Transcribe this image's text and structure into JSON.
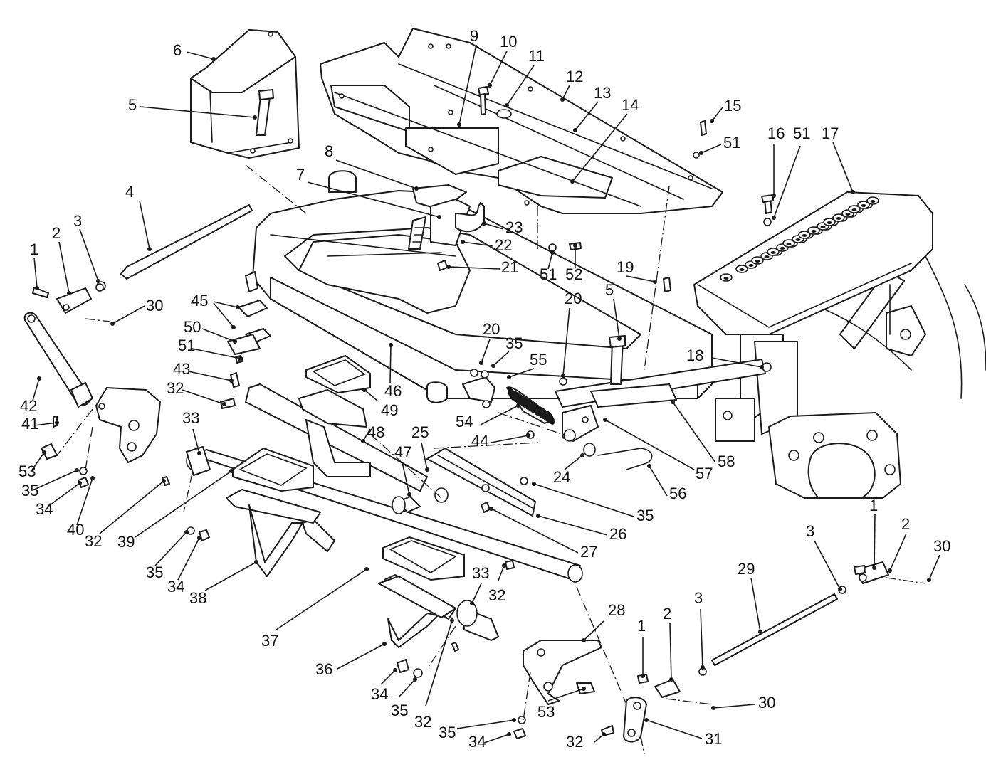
{
  "figure": {
    "callouts": [
      {
        "id": "c1a",
        "text": "1"
      },
      {
        "id": "c2a",
        "text": "2"
      },
      {
        "id": "c3a",
        "text": "3"
      },
      {
        "id": "c4",
        "text": "4"
      },
      {
        "id": "c5a",
        "text": "5"
      },
      {
        "id": "c6",
        "text": "6"
      },
      {
        "id": "c7",
        "text": "7"
      },
      {
        "id": "c8",
        "text": "8"
      },
      {
        "id": "c9",
        "text": "9"
      },
      {
        "id": "c10",
        "text": "10"
      },
      {
        "id": "c11",
        "text": "11"
      },
      {
        "id": "c12",
        "text": "12"
      },
      {
        "id": "c13",
        "text": "13"
      },
      {
        "id": "c14",
        "text": "14"
      },
      {
        "id": "c15",
        "text": "15"
      },
      {
        "id": "c16",
        "text": "16"
      },
      {
        "id": "c51a",
        "text": "51"
      },
      {
        "id": "c17",
        "text": "17"
      },
      {
        "id": "c51b",
        "text": "51"
      },
      {
        "id": "c23",
        "text": "23"
      },
      {
        "id": "c22",
        "text": "22"
      },
      {
        "id": "c21",
        "text": "21"
      },
      {
        "id": "c51c",
        "text": "51"
      },
      {
        "id": "c52",
        "text": "52"
      },
      {
        "id": "c19",
        "text": "19"
      },
      {
        "id": "c30a",
        "text": "30"
      },
      {
        "id": "c45",
        "text": "45"
      },
      {
        "id": "c50",
        "text": "50"
      },
      {
        "id": "c51d",
        "text": "51"
      },
      {
        "id": "c43",
        "text": "43"
      },
      {
        "id": "c32a",
        "text": "32"
      },
      {
        "id": "c42",
        "text": "42"
      },
      {
        "id": "c41",
        "text": "41"
      },
      {
        "id": "c33a",
        "text": "33"
      },
      {
        "id": "c53a",
        "text": "53"
      },
      {
        "id": "c35a",
        "text": "35"
      },
      {
        "id": "c34a",
        "text": "34"
      },
      {
        "id": "c40",
        "text": "40"
      },
      {
        "id": "c32b",
        "text": "32"
      },
      {
        "id": "c39",
        "text": "39"
      },
      {
        "id": "c35b",
        "text": "35"
      },
      {
        "id": "c34b",
        "text": "34"
      },
      {
        "id": "c38",
        "text": "38"
      },
      {
        "id": "c46",
        "text": "46"
      },
      {
        "id": "c49",
        "text": "49"
      },
      {
        "id": "c48",
        "text": "48"
      },
      {
        "id": "c20a",
        "text": "20"
      },
      {
        "id": "c35c",
        "text": "35"
      },
      {
        "id": "c55",
        "text": "55"
      },
      {
        "id": "c20b",
        "text": "20"
      },
      {
        "id": "c5b",
        "text": "5"
      },
      {
        "id": "c18",
        "text": "18"
      },
      {
        "id": "c54",
        "text": "54"
      },
      {
        "id": "c44",
        "text": "44"
      },
      {
        "id": "c25",
        "text": "25"
      },
      {
        "id": "c47",
        "text": "47"
      },
      {
        "id": "c24",
        "text": "24"
      },
      {
        "id": "c57",
        "text": "57"
      },
      {
        "id": "c58",
        "text": "58"
      },
      {
        "id": "c56",
        "text": "56"
      },
      {
        "id": "c35d",
        "text": "35"
      },
      {
        "id": "c26",
        "text": "26"
      },
      {
        "id": "c27",
        "text": "27"
      },
      {
        "id": "c37",
        "text": "37"
      },
      {
        "id": "c33b",
        "text": "33"
      },
      {
        "id": "c32c",
        "text": "32"
      },
      {
        "id": "c36",
        "text": "36"
      },
      {
        "id": "c34c",
        "text": "34"
      },
      {
        "id": "c35e",
        "text": "35"
      },
      {
        "id": "c32d",
        "text": "32"
      },
      {
        "id": "c28",
        "text": "28"
      },
      {
        "id": "c53b",
        "text": "53"
      },
      {
        "id": "c35f",
        "text": "35"
      },
      {
        "id": "c34d",
        "text": "34"
      },
      {
        "id": "c1b",
        "text": "1"
      },
      {
        "id": "c2b",
        "text": "2"
      },
      {
        "id": "c3b",
        "text": "3"
      },
      {
        "id": "c29",
        "text": "29"
      },
      {
        "id": "c30b",
        "text": "30"
      },
      {
        "id": "c32e",
        "text": "32"
      },
      {
        "id": "c31",
        "text": "31"
      },
      {
        "id": "c3c",
        "text": "3"
      },
      {
        "id": "c1c",
        "text": "1"
      },
      {
        "id": "c2c",
        "text": "2"
      },
      {
        "id": "c30c",
        "text": "30"
      }
    ]
  }
}
